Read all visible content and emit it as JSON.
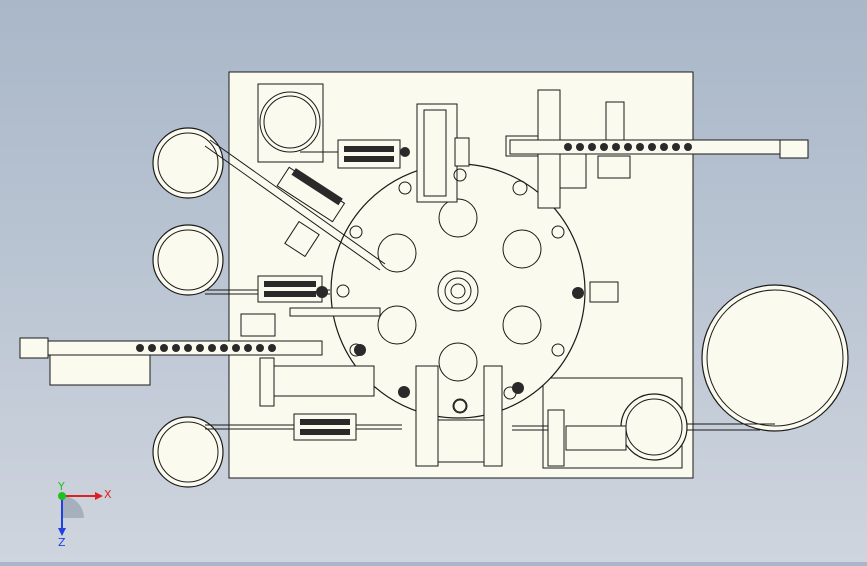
{
  "view": {
    "background_top": "#a9b7c8",
    "background_bottom": "#cfd5de",
    "part_fill": "#fbfaee",
    "line_color": "#1a1a1a",
    "dark_part": "#2a2a2a"
  },
  "triad": {
    "x_label": "X",
    "y_label": "Y",
    "z_label": "Z",
    "x_color": "#e02020",
    "y_color": "#20c020",
    "z_color": "#2040e0"
  }
}
